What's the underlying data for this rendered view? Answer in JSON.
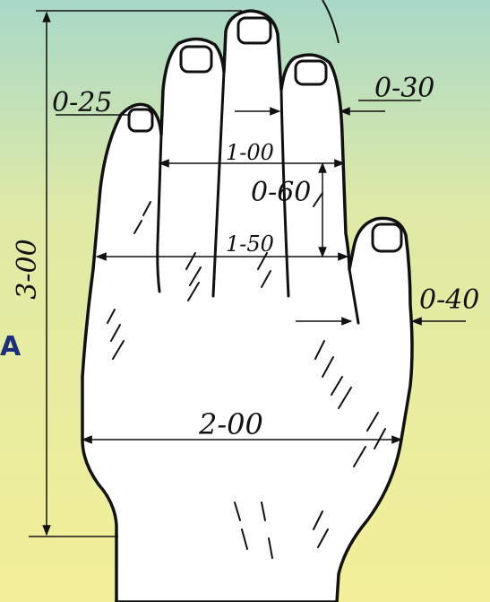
{
  "diagram": {
    "dimensions": {
      "total_height": "3-00",
      "little_finger_width": "0-25",
      "middle_finger_width": "0-30",
      "finger_span_upper": "1-00",
      "finger_length": "0-60",
      "finger_span_lower": "1-50",
      "thumb_width": "0-40",
      "palm_width": "2-00"
    },
    "side_letter": "A",
    "colors": {
      "background_top": "#a8d8c8",
      "background_mid": "#dfeaa6",
      "background_bottom": "#f3ef98",
      "line": "#111111",
      "hand_fill": "#ffffff",
      "side_letter": "#1b2f7a"
    }
  }
}
